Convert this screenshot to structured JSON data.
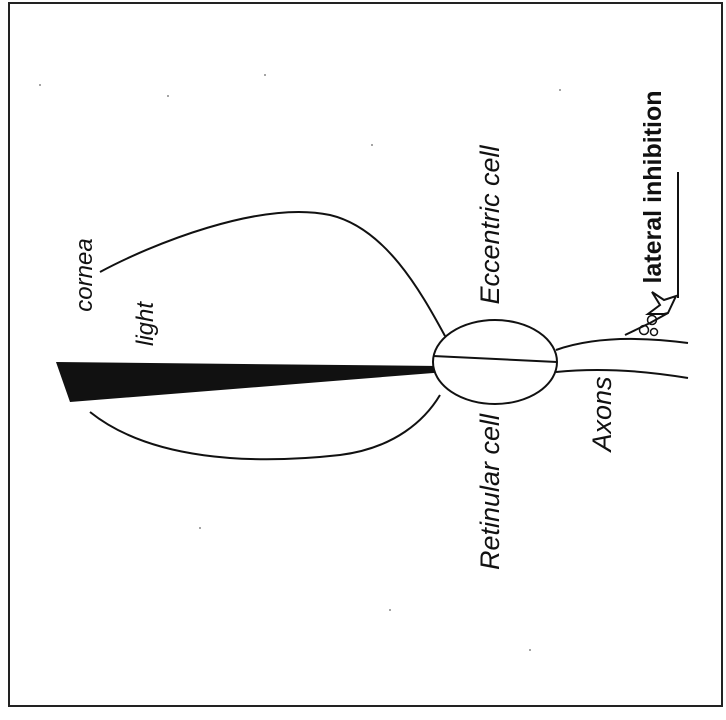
{
  "diagram": {
    "labels": {
      "cornea": "cornea",
      "light": "light",
      "eccentric_cell": "Eccentric cell",
      "retinular_cell": "Retinular cell",
      "axons": "Axons",
      "lateral_inhibition": "lateral inhibition"
    },
    "colors": {
      "ink": "#111111",
      "frame": "#222222",
      "background": "#ffffff"
    }
  }
}
